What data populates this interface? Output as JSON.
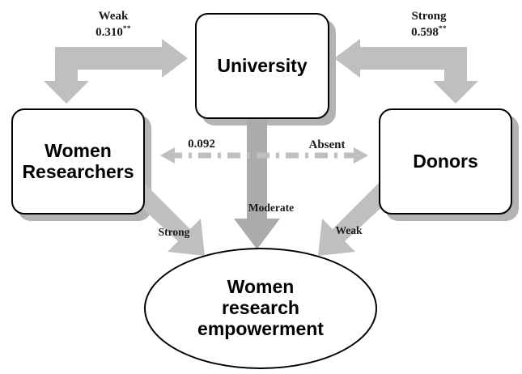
{
  "diagram": {
    "type": "conceptual-relationship-diagram",
    "background_color": "#ffffff",
    "palette": {
      "arrow_light_gray": "#bfbfbf",
      "arrow_mid_gray": "#ababab",
      "shadow_gray": "#b3b3b3",
      "node_border": "#000000",
      "node_fill": "#ffffff",
      "text": "#000000"
    },
    "nodes": [
      {
        "id": "university",
        "label": "University",
        "shape": "rounded-rectangle"
      },
      {
        "id": "women_researchers",
        "label": "Women\nResearchers",
        "shape": "rounded-rectangle"
      },
      {
        "id": "donors",
        "label": "Donors",
        "shape": "rounded-rectangle"
      },
      {
        "id": "outcome",
        "label": "Women\nresearch\nempowerment",
        "shape": "ellipse"
      }
    ],
    "edges": [
      {
        "id": "women_researchers-university",
        "from": "Women Researchers",
        "to": "University",
        "style": "solid-elbow-double-headed",
        "strength": "Weak",
        "coefficient": "0.310",
        "significance": "**"
      },
      {
        "id": "donors-university",
        "from": "Donors",
        "to": "University",
        "style": "solid-elbow-double-headed",
        "strength": "Strong",
        "coefficient": "0.598",
        "significance": "**"
      },
      {
        "id": "women_researchers-donors",
        "from": "Women Researchers",
        "to": "Donors",
        "style": "dash-dot-double-headed",
        "strength": "Absent",
        "coefficient": "0.092",
        "significance": ""
      },
      {
        "id": "university-outcome",
        "from": "University",
        "to": "Women research empowerment",
        "style": "solid-block-arrow-down",
        "strength": "Moderate",
        "coefficient": "",
        "significance": ""
      },
      {
        "id": "women_researchers-outcome",
        "from": "Women Researchers",
        "to": "Women research empowerment",
        "style": "solid-block-arrow-diagonal",
        "strength": "Strong",
        "coefficient": "",
        "significance": ""
      },
      {
        "id": "donors-outcome",
        "from": "Donors",
        "to": "Women research empowerment",
        "style": "solid-block-arrow-diagonal",
        "strength": "Weak",
        "coefficient": "",
        "significance": ""
      }
    ],
    "labels": {
      "weak_310_line1": "Weak",
      "weak_310_line2": "0.310",
      "weak_310_sup": "**",
      "strong_598_line1": "Strong",
      "strong_598_line2": "0.598",
      "strong_598_sup": "**",
      "coefficient_0092": "0.092",
      "absent": "Absent",
      "moderate": "Moderate",
      "strong_bottom_left": "Strong",
      "weak_bottom_right": "Weak"
    }
  }
}
